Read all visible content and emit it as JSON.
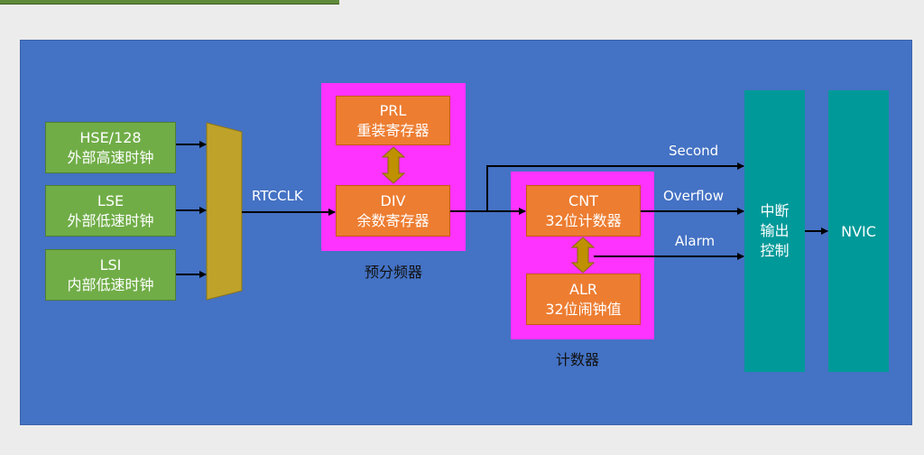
{
  "sources": [
    {
      "line1": "HSE/128",
      "line2": "外部高速时钟"
    },
    {
      "line1": "LSE",
      "line2": "外部低速时钟"
    },
    {
      "line1": "LSI",
      "line2": "内部低速时钟"
    }
  ],
  "mux_output_label": "RTCCLK",
  "prescaler": {
    "caption": "预分频器",
    "prl": {
      "line1": "PRL",
      "line2": "重装寄存器"
    },
    "div": {
      "line1": "DIV",
      "line2": "余数寄存器"
    }
  },
  "counter": {
    "caption": "计数器",
    "cnt": {
      "line1": "CNT",
      "line2": "32位计数器"
    },
    "alr": {
      "line1": "ALR",
      "line2": "32位闹钟值"
    }
  },
  "signals": {
    "second": "Second",
    "overflow": "Overflow",
    "alarm": "Alarm"
  },
  "interrupt_control": {
    "line1": "中断",
    "line2": "输出",
    "line3": "控制"
  },
  "nvic": "NVIC",
  "colors": {
    "panel": "#4472c4",
    "source_box": "#70ad47",
    "register_box": "#ed7d31",
    "group_box": "#ff33ff",
    "mux": "#bfa22a",
    "output_box": "#009999",
    "bidir_arrow": "#bf9000"
  }
}
